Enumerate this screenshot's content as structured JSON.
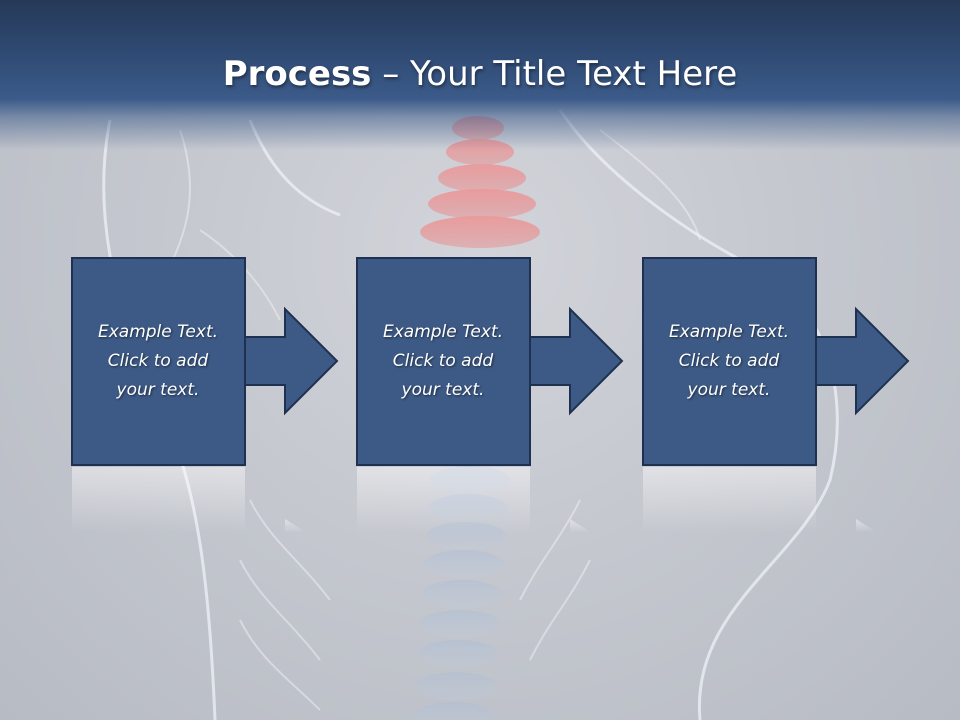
{
  "slide": {
    "title_bold": "Process",
    "title_rest": " – Your Title Text Here"
  },
  "steps": [
    {
      "text": "Example Text.\nClick  to add\nyour text."
    },
    {
      "text": "Example Text.\nClick  to add\nyour text."
    },
    {
      "text": "Example Text.\nClick  to add\nyour text."
    }
  ],
  "colors": {
    "title_bar": "#2f4a73",
    "box_fill": "#3d5a86",
    "box_border": "#1f3150",
    "spine_highlight": "#e98a8a",
    "background": "#c5c8cf"
  },
  "icons": {
    "step_arrow": "right-arrow-icon",
    "background_art": "anatomy-skeleton-illustration"
  }
}
